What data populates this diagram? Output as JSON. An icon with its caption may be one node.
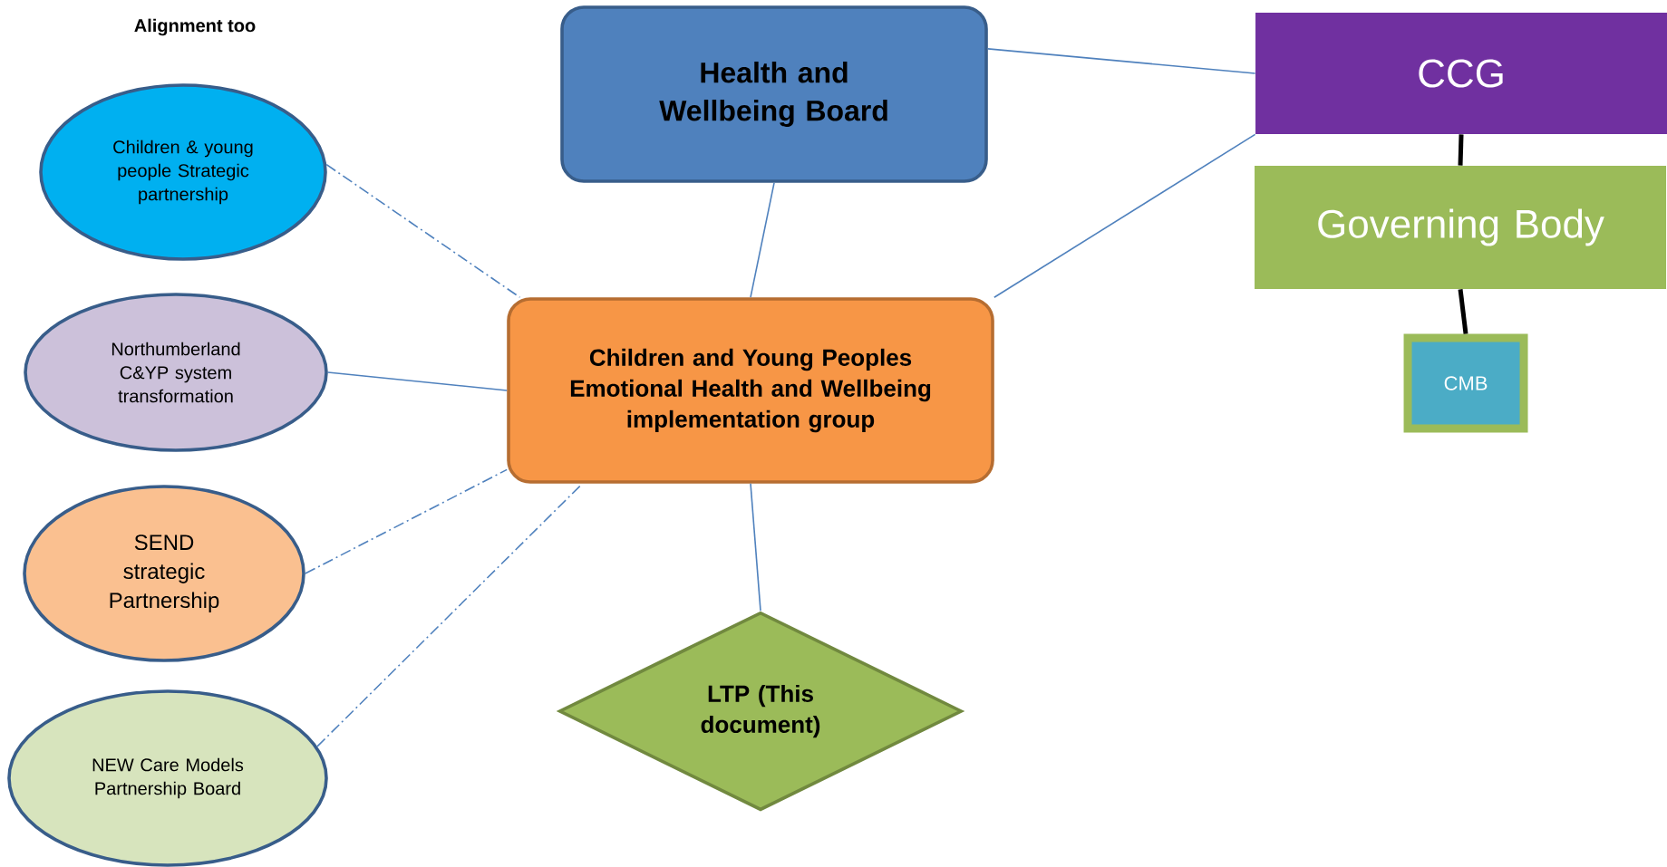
{
  "diagram": {
    "nodes": [
      {
        "text": [
          "Health and Wellbeing Board"
        ]
      },
      {
        "text": [
          "CCG"
        ]
      },
      {
        "text": [
          "Governing Body"
        ]
      },
      {
        "text": [
          "CMB"
        ]
      },
      {
        "text": [
          "Children & young people Strategic partnership"
        ]
      },
      {
        "text": [
          "Northumberland C&YP system transformation"
        ]
      },
      {
        "text": [
          "Children and Young Peoples Emotional Health and Wellbeing implementation group"
        ]
      },
      {
        "text": [
          "SEND strategic Partnership"
        ]
      },
      {
        "text": [
          "NEW Care Models Partnership Board"
        ]
      },
      {
        "text": [
          "LTP (This document)"
        ]
      }
    ],
    "edges": [
      {
        "from": 0,
        "to": 1,
        "arrow": "none"
      },
      {
        "from": 6,
        "to": 1,
        "arrow": "none"
      },
      {
        "from": 1,
        "to": 2,
        "arrow": "none",
        "style": "thick",
        "color": "#000000"
      },
      {
        "from": 2,
        "to": 3,
        "arrow": "none",
        "style": "thick",
        "color": "#000000"
      },
      {
        "from": 0,
        "to": 6,
        "arrow": "none"
      },
      {
        "from": 4,
        "to": 6,
        "arrow": "none",
        "style": "dashed"
      },
      {
        "from": 5,
        "to": 6,
        "arrow": "none"
      },
      {
        "from": 7,
        "to": 6,
        "arrow": "none",
        "style": "dashed"
      },
      {
        "from": 8,
        "to": 6,
        "arrow": "none",
        "style": "dashed"
      },
      {
        "from": 6,
        "to": 9,
        "arrow": "none"
      }
    ],
    "labels": [
      "Alignment too"
    ]
  }
}
